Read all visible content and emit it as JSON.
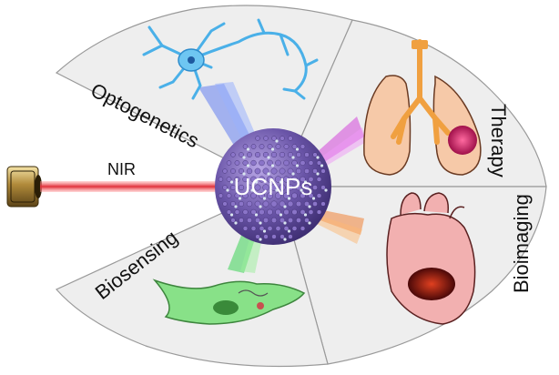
{
  "labels": {
    "laser": "NIR",
    "center": "UCNPs",
    "top_left": "Optogenetics",
    "top_right": "Therapy",
    "bottom_right": "Bioimaging",
    "bottom_left": "Biosensing"
  },
  "colors": {
    "panel_fill": "#eeeeee",
    "panel_stroke": "#9a9a9a",
    "beam": "#e0303a",
    "sphere_base": "#5e4a9a",
    "glow_optogenetics": "#4a6cf0",
    "glow_therapy": "#d03ad8",
    "glow_bioimaging": "#f07a2a",
    "glow_biosensing": "#2ed04a",
    "neuron": "#4ab0e8",
    "lung": "#f6c9a8",
    "trachea": "#f0a040",
    "tumor": "#c8206a",
    "heart": "#f2b0b0",
    "cell": "#7ee07e"
  },
  "icons": [
    "laser-icon",
    "neuron-icon",
    "lung-icon",
    "heart-icon",
    "cell-icon",
    "nanoparticle-icon"
  ]
}
